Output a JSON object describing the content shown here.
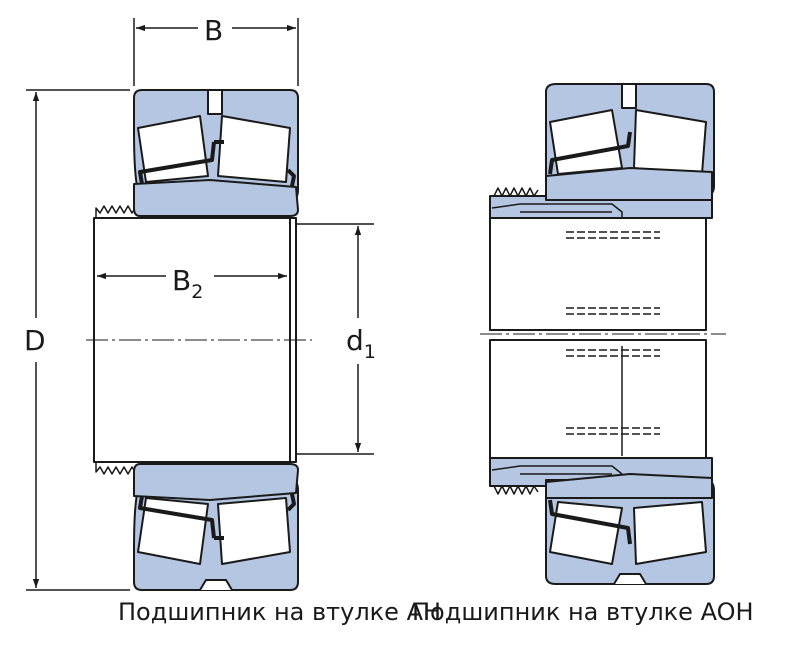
{
  "colors": {
    "part_fill": "#b4c6e1",
    "outline": "#1a1a1a",
    "background": "#ffffff"
  },
  "labels": {
    "B": "B",
    "B2_main": "B",
    "B2_sub": "2",
    "D": "D",
    "d1_main": "d",
    "d1_sub": "1"
  },
  "captions": {
    "ah": "Подшипник на втулке AH",
    "aoh": "Подшипник на втулке AOH"
  }
}
